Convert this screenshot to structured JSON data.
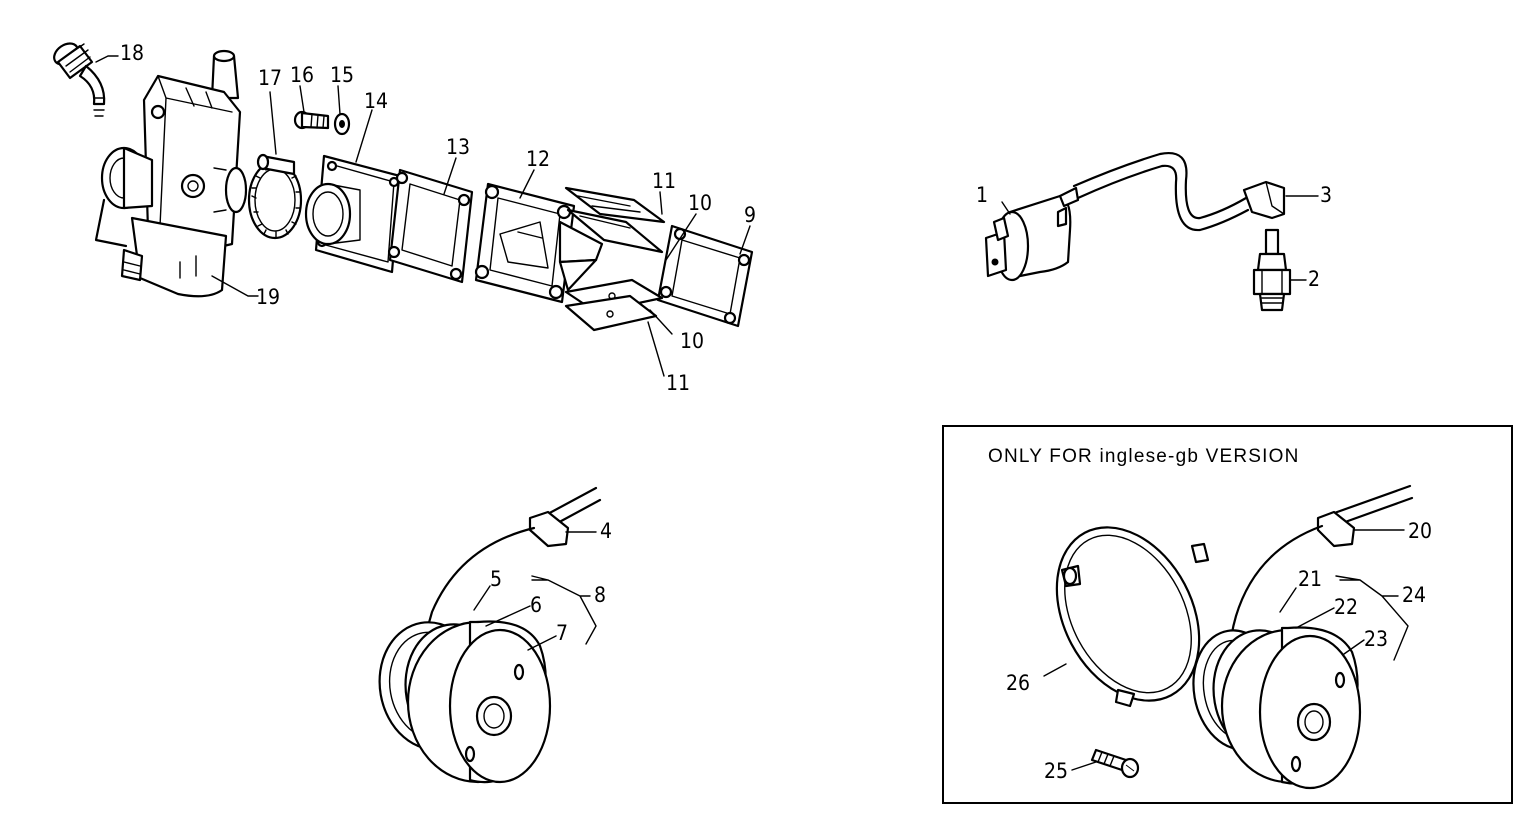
{
  "note": {
    "text": "ONLY FOR inglese-gb VERSION"
  },
  "labels": {
    "l1": "1",
    "l2": "2",
    "l3": "3",
    "l4": "4",
    "l5": "5",
    "l6": "6",
    "l7": "7",
    "l8": "8",
    "l9": "9",
    "l10a": "10",
    "l10b": "10",
    "l11a": "11",
    "l11b": "11",
    "l12": "12",
    "l13": "13",
    "l14": "14",
    "l15": "15",
    "l16": "16",
    "l17": "17",
    "l18": "18",
    "l19": "19",
    "l20": "20",
    "l21": "21",
    "l22": "22",
    "l23": "23",
    "l24": "24",
    "l25": "25",
    "l26": "26"
  }
}
